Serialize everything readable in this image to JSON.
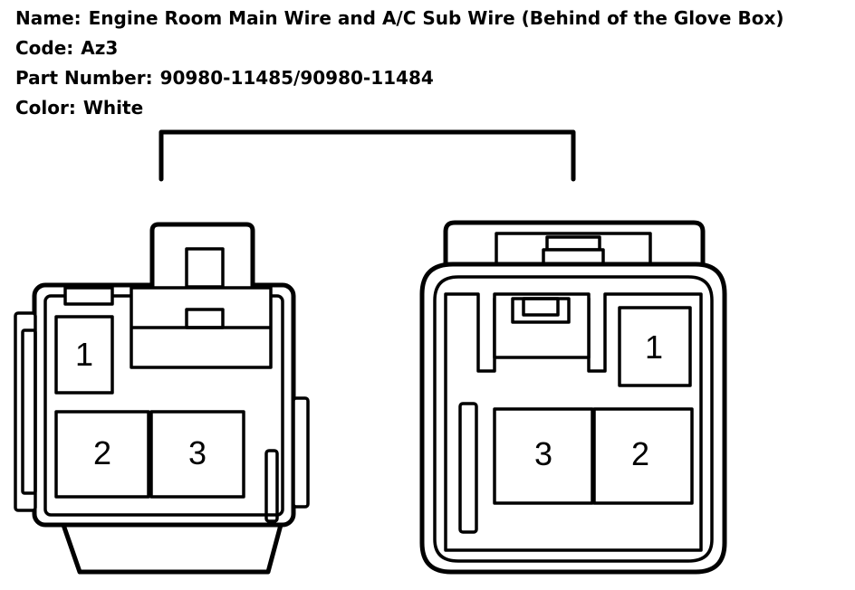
{
  "header": {
    "name_label": "Name:",
    "name_value": "Engine Room Main Wire and A/C Sub Wire (Behind of the Glove Box)",
    "code_label": "Code:",
    "code_value": "Az3",
    "part_label": "Part Number:",
    "part_value": "90980-11485/90980-11484",
    "color_label": "Color:",
    "color_value": "White"
  },
  "left_connector": {
    "pins": [
      "1",
      "2",
      "3"
    ]
  },
  "right_connector": {
    "pins": [
      "1",
      "3",
      "2"
    ]
  }
}
